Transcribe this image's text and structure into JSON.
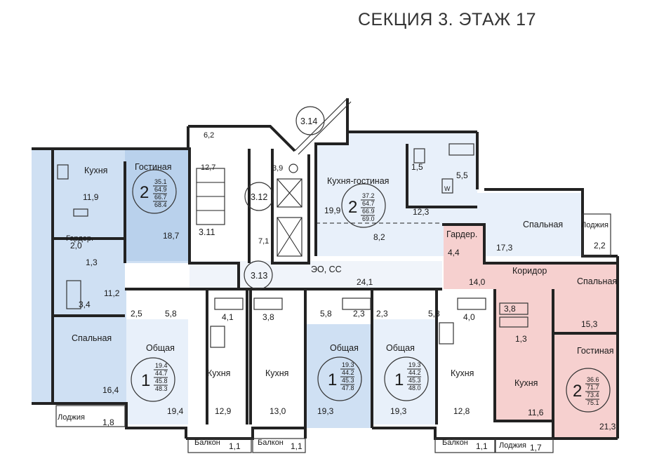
{
  "title": "СЕКЦИЯ 3. ЭТАЖ 17",
  "colors": {
    "blue": "#cfe0f3",
    "light_blue": "#e8f0fa",
    "pink": "#f6d0cf",
    "wall": "#222222"
  },
  "common": {
    "s311": "3.11",
    "s312": "3.12",
    "s313": "3.13",
    "s314": "3.14",
    "a62": "6,2",
    "a127": "12,7",
    "a39": "3,9",
    "a71": "7,1",
    "corridor": "24,1",
    "eo": "ЭО, СС"
  },
  "apt_left": {
    "rooms": "2",
    "kitchen": "Кухня",
    "kitchen_area": "11,9",
    "living": "Гостиная",
    "living_area": "18,7",
    "garder": "Гардер.",
    "garder_area": "2,0",
    "bath": "1,3",
    "hall": "11,2",
    "wc": "3,4",
    "bedroom": "Спальная",
    "bedroom_area": "16,4",
    "loggia": "Лоджия",
    "loggia_area": "1,8",
    "nums": [
      "35.1",
      "64.9",
      "66.7",
      "68.4"
    ]
  },
  "apt_top": {
    "rooms": "2",
    "kitchen": "Кухня-гостиная",
    "kitchen_area": "19,9",
    "hall": "12,3",
    "a82": "8,2",
    "bath1": "1,5",
    "bath2": "5,5",
    "w": "W",
    "bedroom": "Спальная",
    "bedroom_area": "17,3",
    "loggia": "Лоджия",
    "loggia_area": "2,2",
    "nums": [
      "37.2",
      "64.7",
      "66.9",
      "69.0"
    ]
  },
  "apt_right": {
    "rooms": "2",
    "garder": "Гардер.",
    "garder_area": "4,4",
    "corridor": "Коридор",
    "corridor_area": "14,0",
    "bedroom": "Спальная",
    "bedroom_area": "15,3",
    "bath1": "3,8",
    "bath2": "1,3",
    "kitchen": "Кухня",
    "kitchen_area": "11,6",
    "living": "Гостиная",
    "living_area": "21,3",
    "loggia": "Лоджия",
    "loggia_area": "1,7",
    "nums": [
      "36.6",
      "71.7",
      "73.4",
      "75.1"
    ]
  },
  "studio_a": {
    "rooms": "1",
    "common": "Общая",
    "hall": "2,5",
    "a58": "5,8",
    "area": "19,4",
    "bath": "4,1",
    "kitchen": "Кухня",
    "kitchen_area": "12,9",
    "balcony": "Балкон",
    "balcony_area": "1,1",
    "nums": [
      "19.4",
      "44.7",
      "45.8",
      "48.3"
    ]
  },
  "studio_b": {
    "rooms": "1",
    "bath": "3,8",
    "kitchen": "Кухня",
    "kitchen_area": "13,0",
    "a58": "5,8",
    "a23": "2,3",
    "common": "Общая",
    "area": "19,3",
    "balcony": "Балкон",
    "balcony_area": "1,1",
    "nums": [
      "19.3",
      "44.2",
      "45.3",
      "47.8"
    ]
  },
  "studio_c": {
    "rooms": "1",
    "a23": "2,3",
    "a58": "5,8",
    "common": "Общая",
    "area": "19,3",
    "bath": "4,0",
    "kitchen": "Кухня",
    "kitchen_area": "12,8",
    "balcony": "Балкон",
    "balcony_area": "1,1",
    "nums": [
      "19.3",
      "44.2",
      "45.3",
      "48.0"
    ]
  }
}
